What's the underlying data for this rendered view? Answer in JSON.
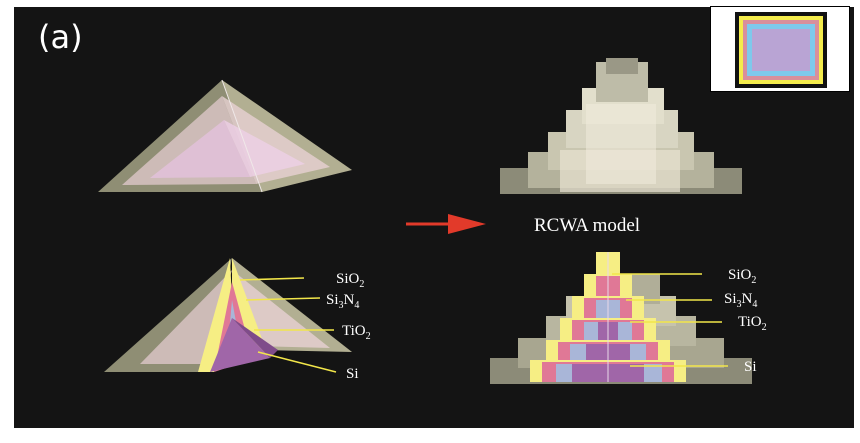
{
  "panel_label": "(a)",
  "arrow_caption": "RCWA model",
  "left_layer_labels": [
    {
      "base": "SiO",
      "sub": "2"
    },
    {
      "base": "Si",
      "sub": "3",
      "base2": "N",
      "sub2": "4"
    },
    {
      "base": "TiO",
      "sub": "2"
    },
    {
      "base": "Si",
      "sub": ""
    }
  ],
  "right_layer_labels": [
    {
      "base": "SiO",
      "sub": "2"
    },
    {
      "base": "Si",
      "sub": "3",
      "base2": "N",
      "sub2": "4"
    },
    {
      "base": "TiO",
      "sub": "2"
    },
    {
      "base": "Si",
      "sub": ""
    }
  ],
  "colors": {
    "panel_bg": "#141414",
    "sio2": "#f6ee84",
    "si3n4": "#e07896",
    "tio2": "#a9b6d8",
    "si": "#a066a8",
    "shell": "#b9b79a",
    "leader": "#f2e64a",
    "arrow": "#e23a2a"
  }
}
